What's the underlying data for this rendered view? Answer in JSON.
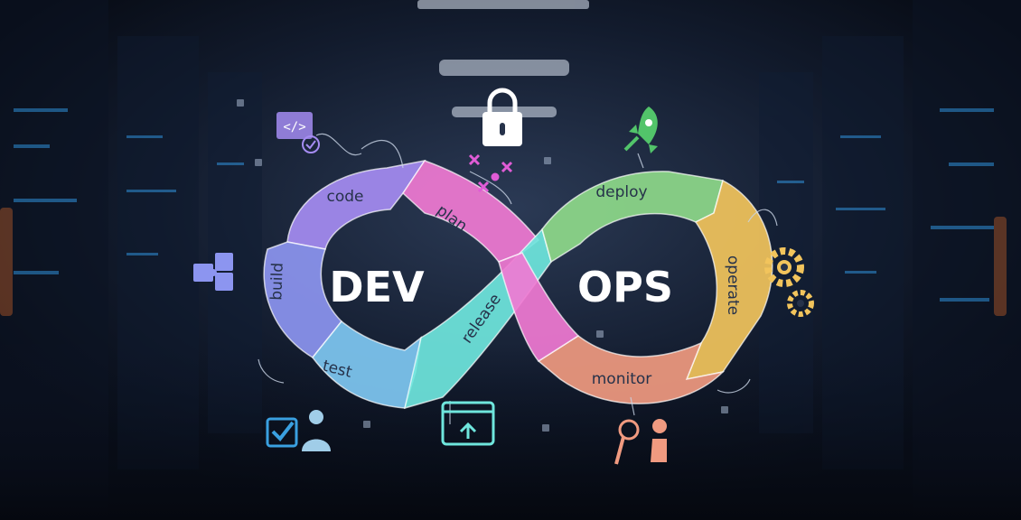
{
  "center_labels": {
    "dev": "DEV",
    "ops": "OPS"
  },
  "stages": [
    {
      "id": "code",
      "label": "code",
      "color": "#a58cf2"
    },
    {
      "id": "plan",
      "label": "plan",
      "color": "#f07ad3"
    },
    {
      "id": "build",
      "label": "build",
      "color": "#8c95f0"
    },
    {
      "id": "test",
      "label": "test",
      "color": "#7fc8f2"
    },
    {
      "id": "release",
      "label": "release",
      "color": "#6fe6dd"
    },
    {
      "id": "deploy",
      "label": "deploy",
      "color": "#8ed98a"
    },
    {
      "id": "operate",
      "label": "operate",
      "color": "#f2c45c"
    },
    {
      "id": "monitor",
      "label": "monitor",
      "color": "#f09a80"
    }
  ],
  "icons": [
    "code-window-icon",
    "lock-icon",
    "rocket-icon",
    "puzzle-icon",
    "gears-icon",
    "checklist-user-icon",
    "browser-upload-icon",
    "magnifier-user-icon"
  ]
}
